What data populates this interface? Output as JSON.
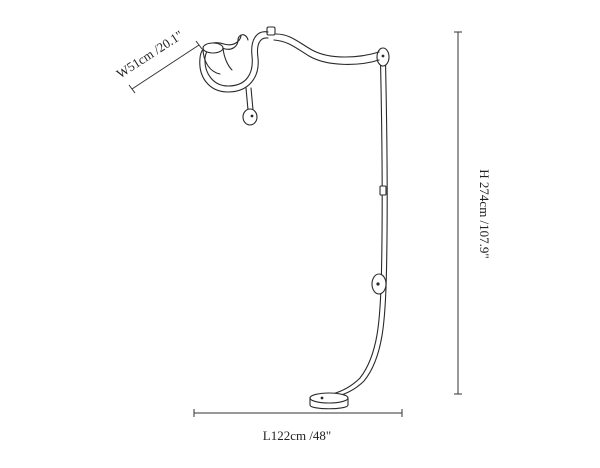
{
  "drawing": {
    "subject": "floor-lamp",
    "dimensions": {
      "width_label": "W51cm /20.1\"",
      "height_label": "H 274cm /107.9\"",
      "length_label": "L122cm /48\""
    },
    "line_color": "#2a2a2a",
    "background": "#ffffff"
  }
}
